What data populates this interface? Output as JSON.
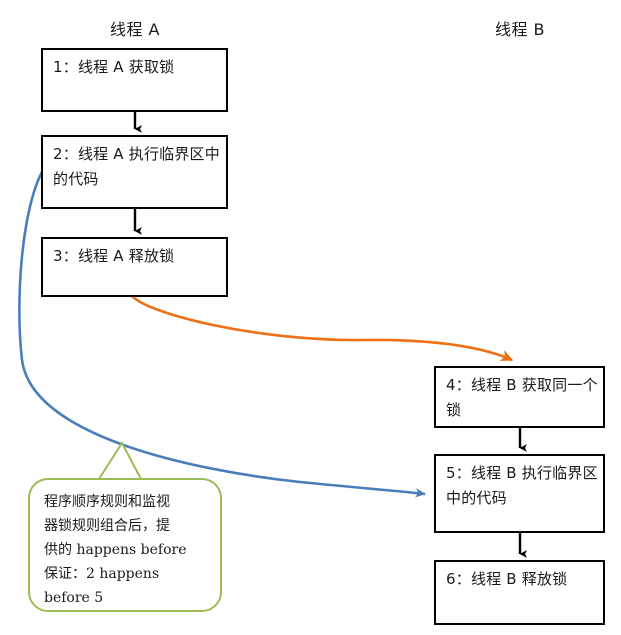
{
  "diagram": {
    "title_hidden": "",
    "columns": [
      {
        "id": "thread-a",
        "label": "线程 A"
      },
      {
        "id": "thread-b",
        "label": "线程 B"
      }
    ],
    "steps": [
      {
        "id": "step-1",
        "label": "1：线程 A 获取锁"
      },
      {
        "id": "step-2",
        "label": "2：线程 A 执行临界区中的代码"
      },
      {
        "id": "step-3",
        "label": "3：线程 A 释放锁"
      },
      {
        "id": "step-4",
        "label": "4：线程 B 获取同一个锁"
      },
      {
        "id": "step-5",
        "label": "5：线程 B 执行临界区中的代码"
      },
      {
        "id": "step-6",
        "label": "6：线程 B 释放锁"
      }
    ],
    "callout": {
      "line1": "程序顺序规则和监视",
      "line2": "器锁规则组合后，提",
      "line3_cjk": "供的 ",
      "line3_latin": "happens before",
      "line4_cjk": "保证：",
      "line4_latin": "2 happens",
      "line5_latin": "before 5",
      "full_text": "程序顺序规则和监视器锁规则组合后，提供的 happens before 保证：2 happens before 5"
    },
    "edges": [
      {
        "id": "edge-1-2",
        "from": "step-1",
        "to": "step-2",
        "kind": "sequence",
        "color": "#000000"
      },
      {
        "id": "edge-2-3",
        "from": "step-2",
        "to": "step-3",
        "kind": "sequence",
        "color": "#000000"
      },
      {
        "id": "edge-4-5",
        "from": "step-4",
        "to": "step-5",
        "kind": "sequence",
        "color": "#000000"
      },
      {
        "id": "edge-5-6",
        "from": "step-5",
        "to": "step-6",
        "kind": "sequence",
        "color": "#000000"
      },
      {
        "id": "edge-3-4",
        "from": "step-3",
        "to": "step-4",
        "kind": "unlock-lock",
        "color": "#ED7014"
      },
      {
        "id": "edge-2-5",
        "from": "step-2",
        "to": "step-5",
        "kind": "happens-before",
        "color": "#4A7EBB"
      }
    ],
    "colors": {
      "box_border": "#000000",
      "sequence_arrow": "#000000",
      "unlock_lock_arrow": "#ED7014",
      "happens_before_arrow": "#4A7EBB",
      "callout_border": "#9BBB59",
      "background": "#FFFFFF",
      "text": "#1A1A1A"
    }
  }
}
